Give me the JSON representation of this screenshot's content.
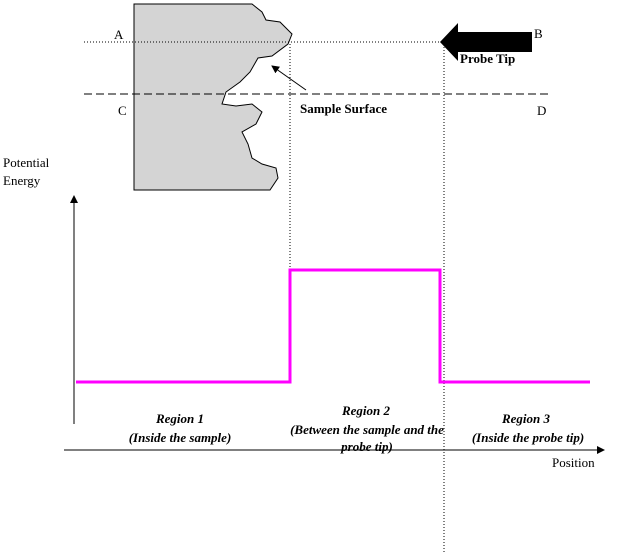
{
  "labels": {
    "point_a": "A",
    "point_b": "B",
    "point_c": "C",
    "point_d": "D",
    "probe_tip": "Probe Tip",
    "sample_surface": "Sample Surface",
    "y_axis": "Potential Energy",
    "x_axis": "Position"
  },
  "regions": [
    {
      "title": "Region 1",
      "subtitle": "(Inside the sample)"
    },
    {
      "title": "Region 2",
      "subtitle": "(Between the sample and the probe tip)"
    },
    {
      "title": "Region 3",
      "subtitle": "(Inside the probe tip)"
    }
  ],
  "colors": {
    "potential_line": "#ff00ff",
    "sample_fill": "#d4d4d4",
    "ink": "#000000"
  }
}
